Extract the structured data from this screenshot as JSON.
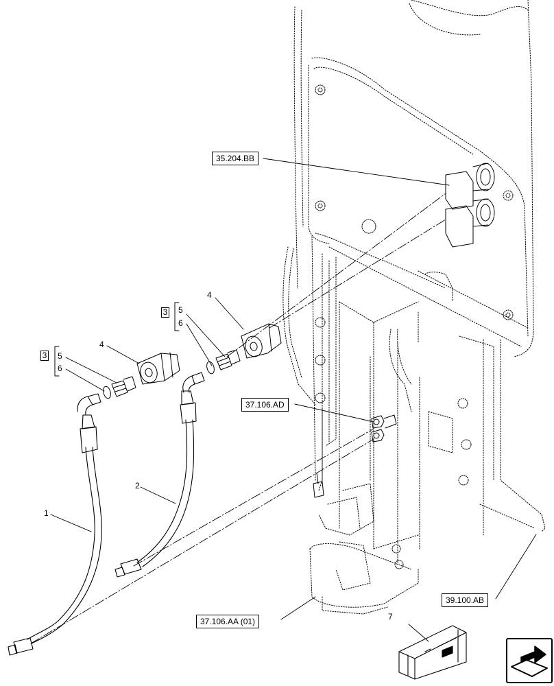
{
  "refs": {
    "r1": "35.204.BB",
    "r2": "37.106.AD",
    "r3": "37.106.AA (01)",
    "r4": "39.100.AB"
  },
  "items": {
    "n1": "1",
    "n2": "2",
    "n3": "3",
    "n4": "4",
    "n5": "5",
    "n6": "6",
    "n7": "7"
  },
  "icons": {
    "nav": "arrow-turn-icon",
    "kit": "parts-kit-box-icon"
  }
}
